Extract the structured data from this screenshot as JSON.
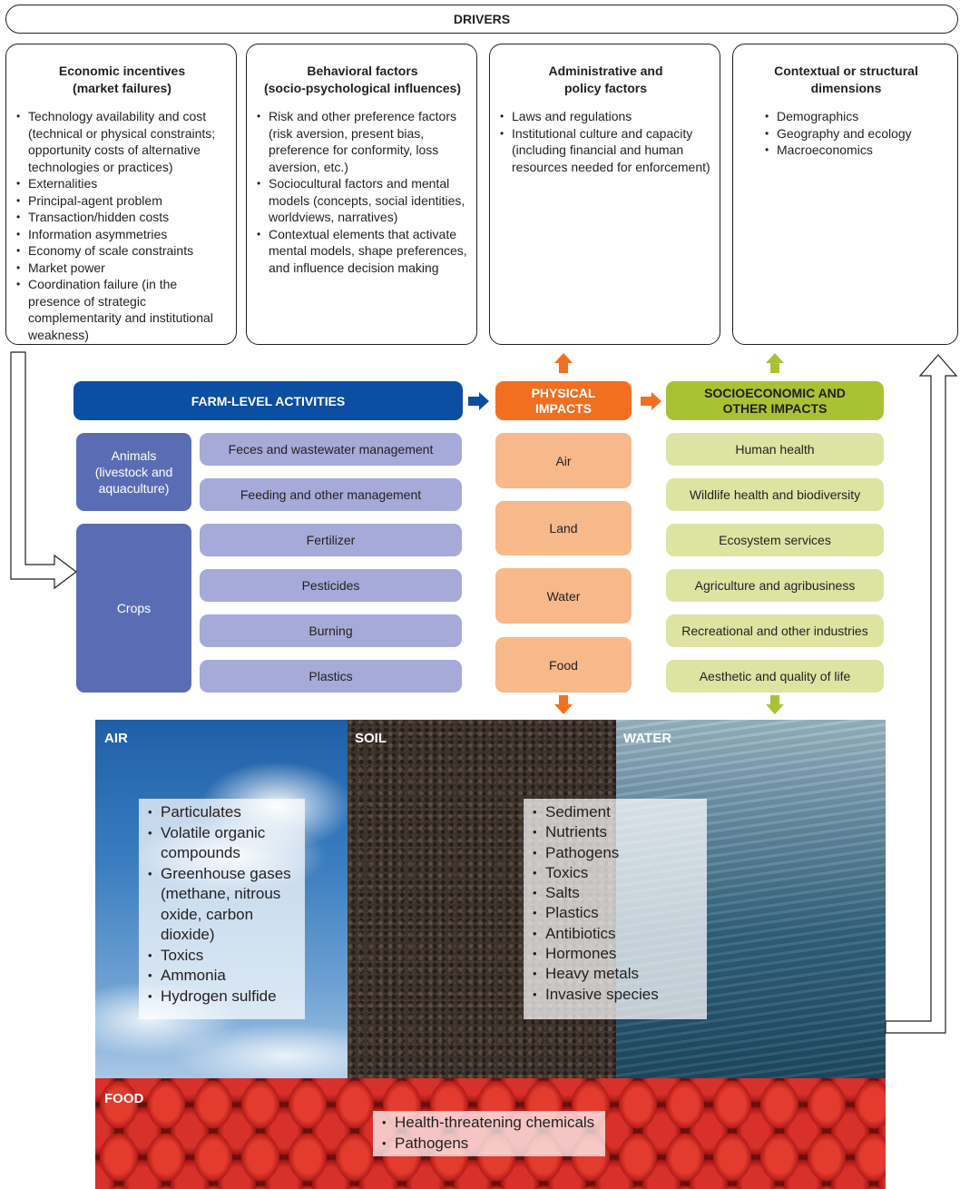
{
  "drivers": {
    "title": "DRIVERS",
    "boxes": [
      {
        "title": "Economic incentives\n(market failures)",
        "items": [
          "Technology availability and cost (technical or physical constraints; opportunity costs of alternative technologies or practices)",
          "Externalities",
          "Principal-agent problem",
          "Transaction/hidden costs",
          "Information asymmetries",
          "Economy of scale constraints",
          "Market power",
          "Coordination failure (in the presence of strategic complementarity and institutional weakness)"
        ]
      },
      {
        "title": "Behavioral factors\n(socio-psychological influences)",
        "items": [
          "Risk and other preference factors (risk aversion, present bias, preference for conformity, loss aversion, etc.)",
          "Sociocultural factors and mental models (concepts, social identities, worldviews, narratives)",
          "Contextual elements that activate mental models, shape preferences, and influence decision making"
        ]
      },
      {
        "title": "Administrative and\npolicy factors",
        "items": [
          "Laws and regulations",
          "Institutional culture and capacity (including financial and human resources needed for enforcement)"
        ]
      },
      {
        "title": "Contextual or structural\ndimensions",
        "items": [
          "Demographics",
          "Geography and ecology",
          "Macroeconomics"
        ]
      }
    ]
  },
  "farm": {
    "title": "FARM-LEVEL ACTIVITIES",
    "animals_label": "Animals\n(livestock and\naquaculture)",
    "crops_label": "Crops",
    "animal_items": [
      "Feces and wastewater management",
      "Feeding and other management"
    ],
    "crop_items": [
      "Fertilizer",
      "Pesticides",
      "Burning",
      "Plastics"
    ]
  },
  "physical": {
    "title": "PHYSICAL\nIMPACTS",
    "items": [
      "Air",
      "Land",
      "Water",
      "Food"
    ]
  },
  "socio": {
    "title": "SOCIOECONOMIC AND\nOTHER IMPACTS",
    "items": [
      "Human health",
      "Wildlife health and biodiversity",
      "Ecosystem services",
      "Agriculture and agribusiness",
      "Recreational and other industries",
      "Aesthetic and quality of life"
    ]
  },
  "panels": {
    "air": {
      "label": "AIR",
      "items": [
        "Particulates",
        "Volatile organic compounds",
        "Greenhouse gases (methane, nitrous oxide, carbon dioxide)",
        "Toxics",
        "Ammonia",
        "Hydrogen sulfide"
      ]
    },
    "soil": {
      "label": "SOIL"
    },
    "water": {
      "label": "WATER",
      "items": [
        "Sediment",
        "Nutrients",
        "Pathogens",
        "Toxics",
        "Salts",
        "Plastics",
        "Antibiotics",
        "Hormones",
        "Heavy metals",
        "Invasive species"
      ]
    },
    "food": {
      "label": "FOOD",
      "items": [
        "Health-threatening chemicals",
        "Pathogens"
      ]
    }
  },
  "colors": {
    "blue": "#0b4ea2",
    "orange": "#f26f21",
    "green": "#a9c235",
    "lavender": "#a6aad8",
    "slate": "#5a6db4",
    "peach": "#f7b88a",
    "lime": "#dde4a2"
  }
}
